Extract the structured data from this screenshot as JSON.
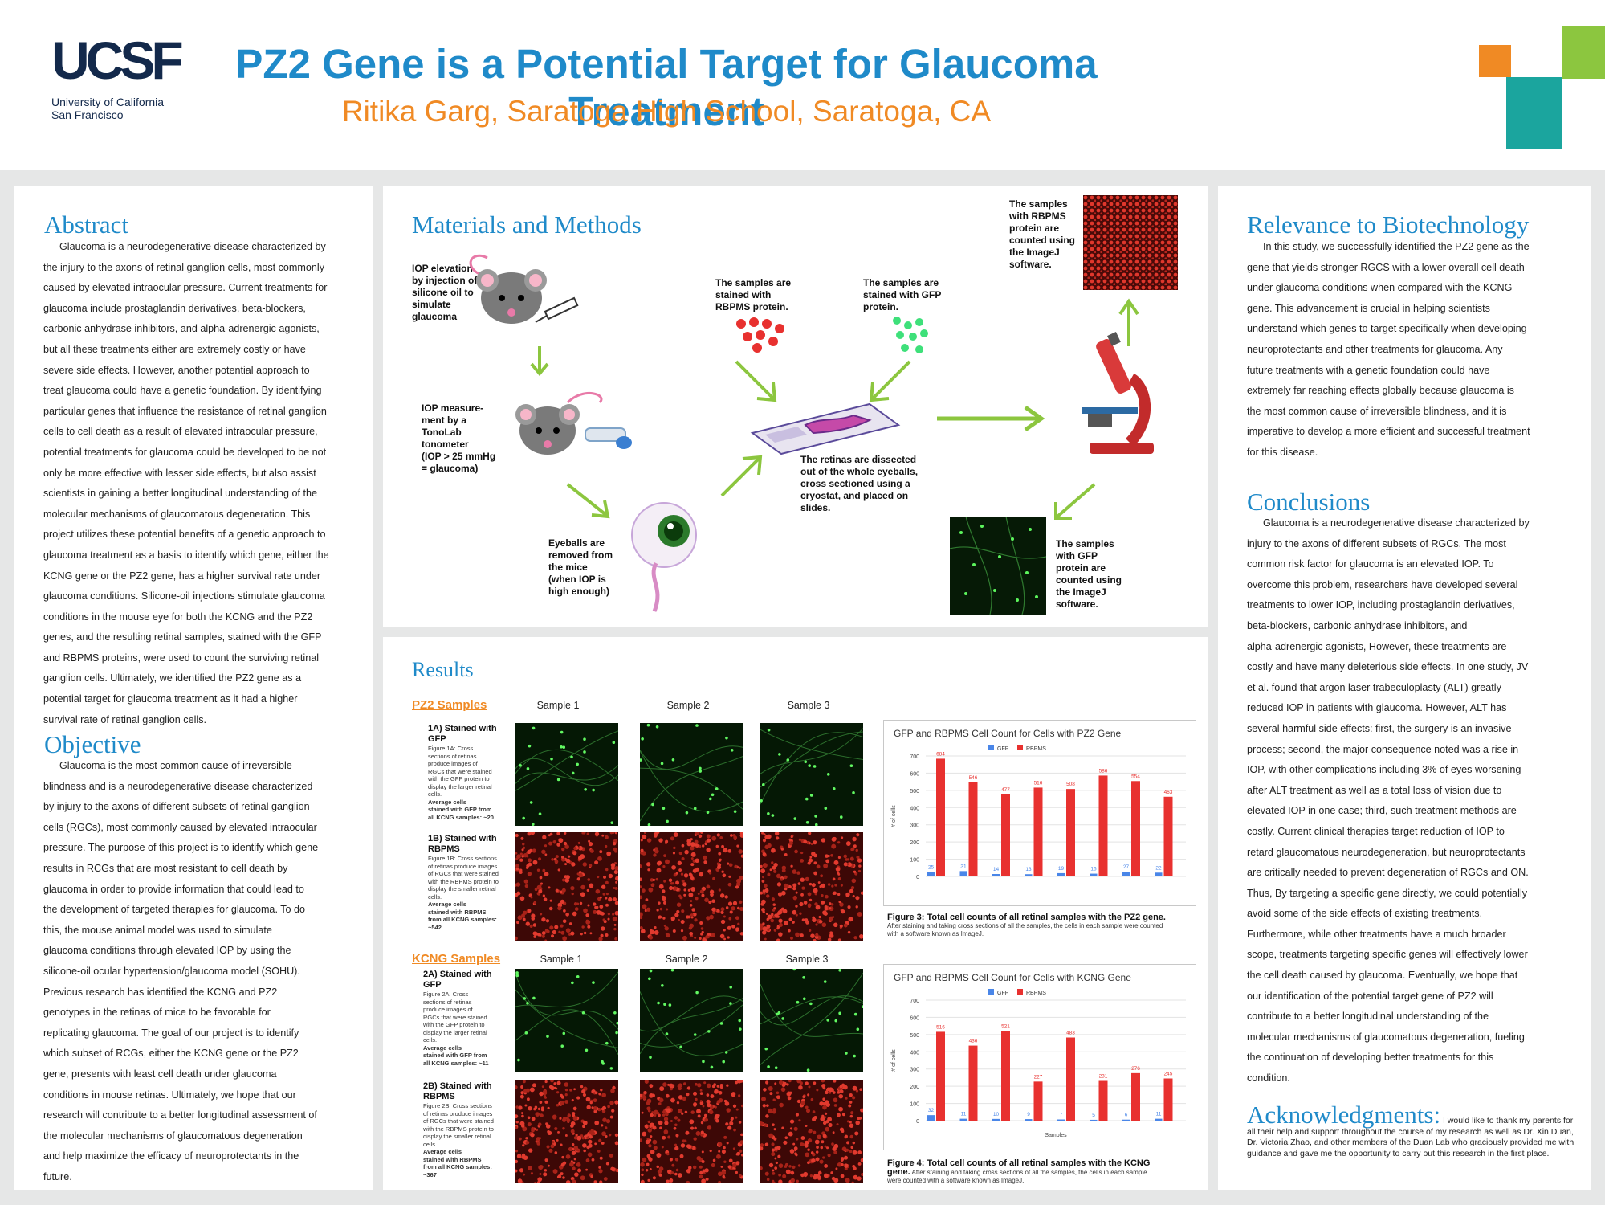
{
  "header": {
    "logo_text": "UCSF",
    "logo_sub": "University of California\nSan Francisco",
    "title": "PZ2 Gene is a Potential Target for Glaucoma Treatment",
    "subtitle": "Ritika Garg, Saratoga High School, Saratoga, CA",
    "colors": {
      "title": "#1f8ac9",
      "subtitle": "#f08a24",
      "deco_orange": "#f08a24",
      "deco_teal": "#1ba59e",
      "deco_green": "#8cc63f"
    }
  },
  "abstract": {
    "title": "Abstract",
    "lines": [
      "Glaucoma is a neurodegenerative disease characterized by",
      "the injury to the axons of retinal ganglion cells, most commonly",
      "caused by elevated intraocular pressure. Current treatments for",
      "glaucoma include prostaglandin derivatives, beta-blockers,",
      "carbonic anhydrase inhibitors, and alpha-adrenergic agonists,",
      "but all these treatments either are extremely costly or have",
      "severe side effects. However, another potential approach to",
      "treat glaucoma could have a genetic foundation. By identifying",
      "particular genes that influence the resistance of retinal ganglion",
      "cells to cell death as a result of elevated intraocular pressure,",
      "potential treatments for glaucoma could be developed to be not",
      "only be more effective with lesser side effects, but also assist",
      "scientists in gaining a better longitudinal understanding of the",
      "molecular mechanisms of glaucomatous degeneration. This",
      "project utilizes these potential benefits of a genetic approach to",
      "glaucoma treatment as a basis to identify which gene, either the",
      "KCNG gene or the PZ2 gene, has a higher survival rate under",
      "glaucoma conditions. Silicone-oil injections stimulate glaucoma",
      "conditions in the mouse eye for both the KCNG and the PZ2",
      "genes, and the resulting retinal samples, stained with the GFP",
      "and RBPMS proteins, were used to count the surviving retinal",
      "ganglion cells. Ultimately, we identified the PZ2 gene as a",
      "potential target for glaucoma treatment as it had a higher",
      "survival rate of retinal ganglion cells."
    ]
  },
  "objective": {
    "title": "Objective",
    "lines": [
      "Glaucoma is the most common cause of irreversible",
      "blindness and is a neurodegenerative disease characterized",
      "by injury to the axons of different subsets of retinal ganglion",
      "cells (RGCs), most commonly caused by elevated intraocular",
      "pressure. The purpose of this project is to identify which gene",
      "results in RCGs that are most resistant to cell death by",
      "glaucoma in order to provide information that could lead to",
      "the development of targeted therapies for glaucoma. To do",
      "this, the mouse animal model was used to simulate",
      "glaucoma conditions through elevated IOP by using the",
      "silicone-oil ocular hypertension/glaucoma model (SOHU).",
      "Previous research has identified the KCNG and PZ2",
      "genotypes in the retinas of mice to be favorable for",
      "replicating glaucoma. The goal of our project is to identify",
      "which subset of RCGs, either the KCNG gene or the PZ2",
      "gene, presents with least cell death under glaucoma",
      "conditions in mouse retinas. Ultimately, we hope that our",
      "research will contribute to a better longitudinal assessment of",
      "the molecular mechanisms of glaucomatous degeneration",
      "and help maximize the efficacy of neuroprotectants in the",
      "future."
    ]
  },
  "methods": {
    "title": "Materials and Methods",
    "step_iop_elev": "IOP elevation\nby injection of\nsilicone oil to\nsimulate\nglaucoma",
    "step_iop_meas": "IOP measure-\nment by a\nTonoLab\ntonometer\n(IOP > 25 mmHg\n= glaucoma)",
    "step_eyeballs": "Eyeballs are\nremoved from\nthe mice\n(when IOP is\nhigh enough)",
    "step_dissect": "The retinas are dissected\nout of the whole eyeballs,\ncross sectioned using a\ncryostat, and placed on\nslides.",
    "step_rbpms": "The samples are\nstained with\nRBPMS protein.",
    "step_gfp": "The samples are\nstained with GFP\nprotein.",
    "step_count_rbpms": "The samples\nwith RBPMS\nprotein are\ncounted using\nthe ImageJ\nsoftware.",
    "step_count_gfp": "The samples\nwith GFP\nprotein are\ncounted using\nthe ImageJ\nsoftware."
  },
  "results": {
    "title": "Results",
    "pz2_label": "PZ2 Samples",
    "kcng_label": "KCNG Samples",
    "samples": [
      "Sample 1",
      "Sample 2",
      "Sample 3"
    ],
    "fig1a_title": "1A) Stained with\nGFP",
    "fig1a_text": "Figure 1A: Cross\nsections of retinas\nproduce images of\nRGCs that were stained\nwith the GFP protein to\ndisplay the larger retinal\ncells.",
    "fig1a_bold": "Average cells\nstained with GFP from\nall KCNG samples: ~20",
    "fig1b_title": "1B) Stained with\nRBPMS",
    "fig1b_text": "Figure 1B: Cross sections\nof retinas produce images\nof RGCs that were stained\nwith the RBPMS protein to\ndisplay the smaller retinal\ncells.",
    "fig1b_bold": "Average cells\nstained with RBPMS\nfrom all KCNG samples:\n~542",
    "fig2a_title": "2A) Stained with\nGFP",
    "fig2a_text": "Figure 2A: Cross\nsections of retinas\nproduce images of\nRGCs that were stained\nwith the GFP protein to\ndisplay the larger retinal\ncells.",
    "fig2a_bold": "Average cells\nstained with GFP from\nall KCNG samples: ~11",
    "fig2b_title": "2B) Stained with\nRBPMS",
    "fig2b_text": "Figure 2B: Cross sections\nof retinas produce images\nof RGCs that were stained\nwith the RBPMS protein to\ndisplay the smaller retinal\ncells.",
    "fig2b_bold": "Average cells\nstained with RBPMS\nfrom all KCNG samples:\n~367",
    "fig3_caption_bold": "Figure 3: Total cell counts of all retinal samples with the PZ2 gene.",
    "fig3_caption": "After staining and taking cross sections of all the samples, the cells in each sample were counted\nwith a software known as ImageJ.",
    "fig4_caption_bold": "Figure 4: Total cell counts of all retinal samples with the KCNG\ngene.",
    "fig4_caption": " After staining and taking cross sections of all the samples, the cells in each sample\nwere counted with a software known as ImageJ."
  },
  "chart_data": [
    {
      "type": "bar",
      "title": "GFP and RBPMS Cell Count for Cells with PZ2 Gene",
      "xlabel": "",
      "ylabel": "# of cells",
      "ylim": [
        0,
        700
      ],
      "yticks": [
        0,
        100,
        200,
        300,
        400,
        500,
        600,
        700
      ],
      "legend_position": "top-left",
      "colors": {
        "GFP": "#4a86e8",
        "RBPMS": "#e8312f"
      },
      "series": [
        {
          "name": "GFP",
          "values": [
            25,
            31,
            14,
            13,
            19,
            16,
            27,
            22
          ]
        },
        {
          "name": "RBPMS",
          "values": [
            684,
            546,
            477,
            516,
            508,
            586,
            554,
            463
          ]
        }
      ]
    },
    {
      "type": "bar",
      "title": "GFP and RBPMS Cell Count for Cells with KCNG Gene",
      "xlabel": "Samples",
      "ylabel": "# of cells",
      "ylim": [
        0,
        700
      ],
      "yticks": [
        0,
        100,
        200,
        300,
        400,
        500,
        600,
        700
      ],
      "legend_position": "top-left",
      "colors": {
        "GFP": "#4a86e8",
        "RBPMS": "#e8312f"
      },
      "series": [
        {
          "name": "GFP",
          "values": [
            32,
            11,
            10,
            9,
            7,
            5,
            6,
            11
          ]
        },
        {
          "name": "RBPMS",
          "values": [
            516,
            436,
            521,
            227,
            483,
            231,
            276,
            245
          ]
        }
      ]
    }
  ],
  "relevance": {
    "title": "Relevance to Biotechnology",
    "lines": [
      "In this study, we successfully identified the PZ2 gene as the",
      "gene that yields stronger RGCS with a lower overall cell death",
      "under glaucoma conditions when compared with the KCNG",
      "gene. This advancement is crucial in helping scientists",
      "understand which genes to target specifically when developing",
      "neuroprotectants and other treatments for glaucoma. Any",
      "future treatments with a genetic foundation could have",
      "extremely far reaching effects globally because glaucoma is",
      "the most common cause of irreversible blindness, and it is",
      "imperative to develop a more efficient and successful treatment",
      "for this disease."
    ]
  },
  "conclusions": {
    "title": "Conclusions",
    "lines": [
      "Glaucoma is a neurodegenerative disease characterized by",
      "injury to the axons of different subsets of RGCs.  The most",
      "common risk factor for glaucoma is an elevated IOP. To",
      "overcome this problem, researchers have developed several",
      "treatments to lower IOP, including prostaglandin derivatives,",
      "beta-blockers, carbonic anhydrase inhibitors, and",
      "alpha-adrenergic agonists, However, these treatments are",
      "costly and have many deleterious side effects. In one study, JV",
      "et al. found that argon laser trabeculoplasty (ALT) greatly",
      "reduced IOP in patients with glaucoma. However, ALT has",
      "several harmful side effects: first, the surgery is an invasive",
      "process; second, the major consequence noted was a rise in",
      "IOP, with other complications including 3% of eyes worsening",
      "after ALT treatment as well as a total loss of vision due to",
      "elevated IOP in one case; third, such treatment methods are",
      "costly. Current clinical therapies target reduction of IOP to",
      "retard glaucomatous neurodegeneration, but neuroprotectants",
      "are critically needed to prevent degeneration of RGCs and ON.",
      "Thus, By targeting a specific gene directly, we could potentially",
      "avoid some of the side effects of existing treatments.",
      "Furthermore, while other treatments have a much broader",
      "scope, treatments targeting specific genes will effectively lower",
      "the cell death caused by glaucoma. Eventually, we hope that",
      "our identification of the potential target gene of PZ2 will",
      "contribute to a better longitudinal understanding of the",
      "molecular mechanisms of glaucomatous degeneration, fueling",
      "the continuation of developing better treatments for this",
      "condition."
    ]
  },
  "acknowledgments": {
    "title": "Acknowledgments:",
    "text": "I would like to thank my parents for all their help and support throughout the course of my research as well as Dr. Xin Duan, Dr. Victoria Zhao, and other members of the Duan Lab who graciously provided me with guidance and gave me the opportunity to carry out this research in the first place."
  }
}
